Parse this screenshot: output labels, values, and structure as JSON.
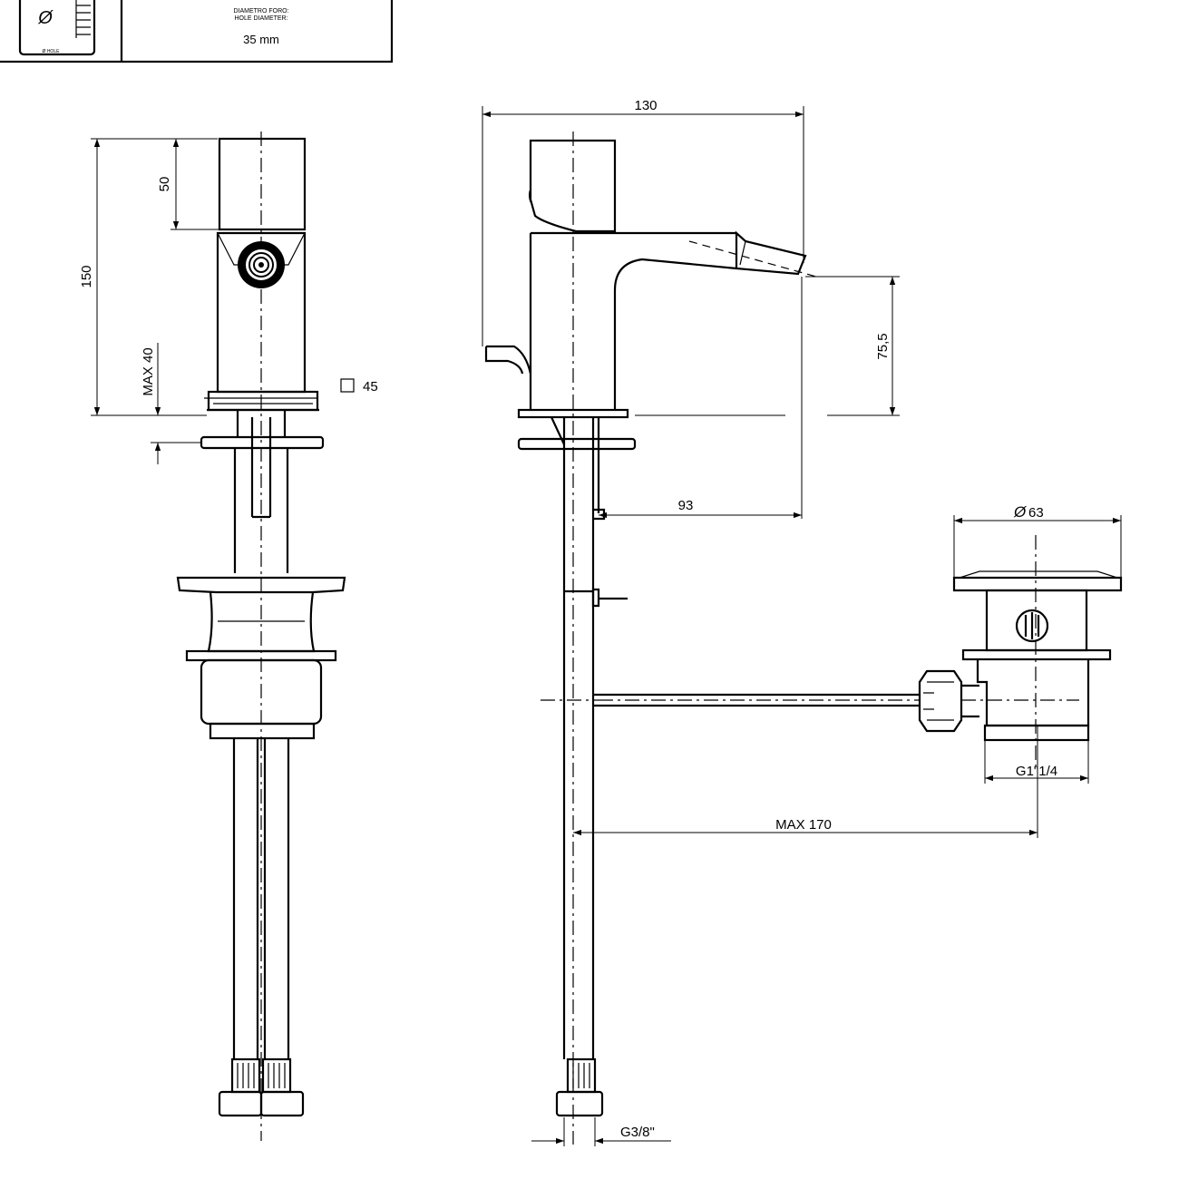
{
  "title_block": {
    "hole_symbol": "Ø",
    "hole_label": "Ø HOLE",
    "diameter_label_it": "DIAMETRO FORO:",
    "diameter_label_en": "HOLE DIAMETER:",
    "diameter_value": "35 mm"
  },
  "front_view": {
    "dim_total_height": "150",
    "dim_lever_height": "50",
    "dim_max_thickness": "MAX 40",
    "dim_base_square": "45"
  },
  "side_view": {
    "dim_total_depth": "130",
    "dim_spout_height": "75,5",
    "dim_spout_reach": "93",
    "dim_max_rod": "MAX 170",
    "dim_hose_thread": "G3/8\""
  },
  "waste_view": {
    "dim_diameter": "63",
    "dim_thread": "G1\"1/4"
  }
}
